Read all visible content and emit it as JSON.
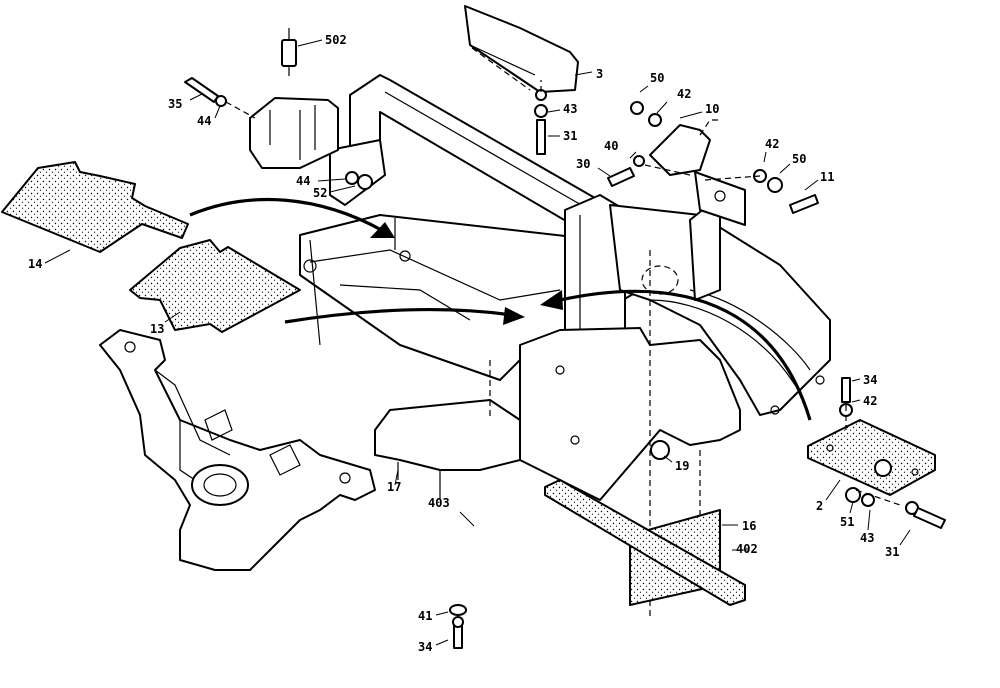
{
  "labels": {
    "502": "502",
    "3": "3",
    "35": "35",
    "44a": "44",
    "50a": "50",
    "42a": "42",
    "43a": "43",
    "10": "10",
    "31a": "31",
    "40": "40",
    "30": "30",
    "42b": "42",
    "50b": "50",
    "11": "11",
    "44b": "44",
    "52": "52",
    "14": "14",
    "13": "13",
    "34a": "34",
    "42c": "42",
    "19": "19",
    "17": "17",
    "403": "403",
    "2": "2",
    "16": "16",
    "51": "51",
    "43b": "43",
    "402": "402",
    "31b": "31",
    "41": "41",
    "34b": "34"
  },
  "colors": {
    "line": "#000000",
    "background": "#ffffff"
  }
}
